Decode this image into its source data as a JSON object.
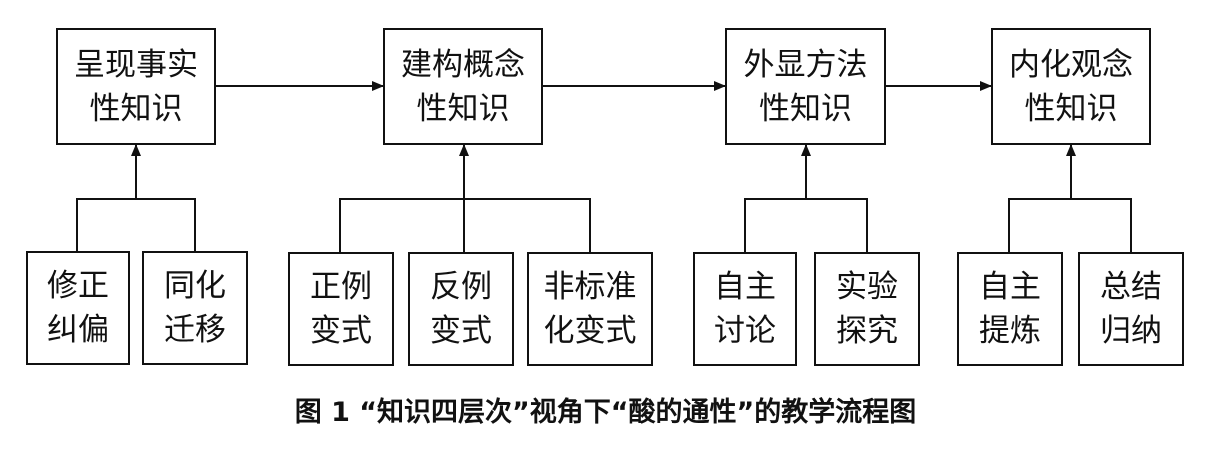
{
  "top_boxes": [
    {
      "line1": "呈现事实",
      "line2": "性知识"
    },
    {
      "line1": "建构概念",
      "line2": "性知识"
    },
    {
      "line1": "外显方法",
      "line2": "性知识"
    },
    {
      "line1": "内化观念",
      "line2": "性知识"
    }
  ],
  "sub_boxes": [
    {
      "line1": "修正",
      "line2": "纠偏"
    },
    {
      "line1": "同化",
      "line2": "迁移"
    },
    {
      "line1": "正例",
      "line2": "变式"
    },
    {
      "line1": "反例",
      "line2": "变式"
    },
    {
      "line1": "非标准",
      "line2": "化变式"
    },
    {
      "line1": "自主",
      "line2": "讨论"
    },
    {
      "line1": "实验",
      "line2": "探究"
    },
    {
      "line1": "自主",
      "line2": "提炼"
    },
    {
      "line1": "总结",
      "line2": "归纳"
    }
  ],
  "caption": "图 1 “知识四层次”视角下“酸的通性”的教学流程图"
}
